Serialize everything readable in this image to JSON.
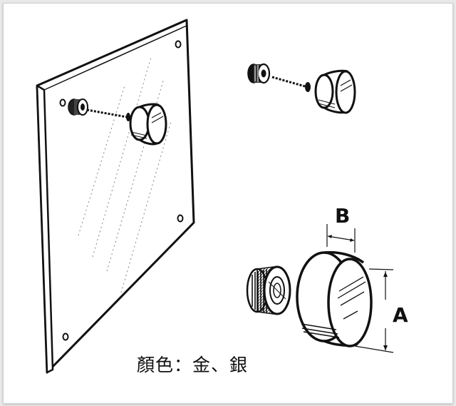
{
  "dimension_labels": {
    "depth": "B",
    "diameter": "A"
  },
  "caption": "顏色：金、銀"
}
